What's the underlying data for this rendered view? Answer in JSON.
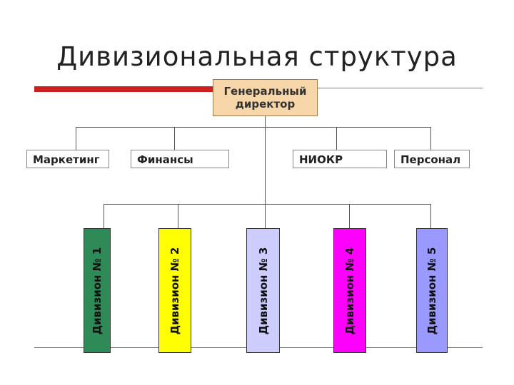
{
  "title": "Дивизиональная  структура",
  "ceo": {
    "label": "Генеральный\nдиректор"
  },
  "departments": [
    {
      "label": "Маркетинг"
    },
    {
      "label": "Финансы"
    },
    {
      "label": "НИОКР"
    },
    {
      "label": "Персонал"
    }
  ],
  "divisions": [
    {
      "label": "Дивизион № 1",
      "color": "#2e8b57"
    },
    {
      "label": "Дивизион № 2",
      "color": "#ffff00"
    },
    {
      "label": "Дивизион № 3",
      "color": "#ccccff"
    },
    {
      "label": "Дивизион № 4",
      "color": "#ff00ff"
    },
    {
      "label": "Дивизион № 5",
      "color": "#9999ff"
    }
  ]
}
